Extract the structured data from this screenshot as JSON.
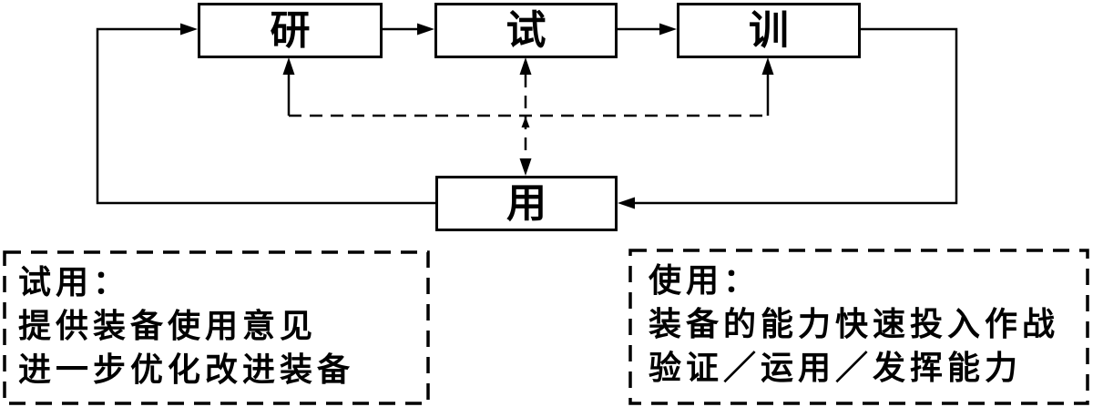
{
  "canvas": {
    "background": "#ffffff",
    "line_color": "#000000"
  },
  "flow": {
    "nodes": [
      {
        "id": "research",
        "label": "研"
      },
      {
        "id": "test",
        "label": "试"
      },
      {
        "id": "train",
        "label": "训"
      },
      {
        "id": "use",
        "label": "用"
      }
    ],
    "edges": [
      {
        "from": "research",
        "to": "test",
        "style": "solid-arrow"
      },
      {
        "from": "test",
        "to": "train",
        "style": "solid-arrow"
      },
      {
        "from": "train",
        "to": "use",
        "style": "solid-arrow-right-loop"
      },
      {
        "from": "use",
        "to": "research",
        "style": "solid-arrow-left-loop"
      },
      {
        "from": "feedback-line",
        "to": "research",
        "style": "dashed-feedback-arrow"
      },
      {
        "from": "feedback-line",
        "to": "train",
        "style": "dashed-feedback-arrow"
      },
      {
        "from": "use",
        "to": "test",
        "style": "dashed-double-arrow"
      }
    ]
  },
  "notes": [
    {
      "id": "trial-note",
      "lines": [
        "试用：",
        "提供装备使用意见",
        "进一步优化改进装备"
      ]
    },
    {
      "id": "usage-note",
      "lines": [
        "使用：",
        "装备的能力快速投入作战",
        "验证／运用／发挥能力"
      ]
    }
  ]
}
